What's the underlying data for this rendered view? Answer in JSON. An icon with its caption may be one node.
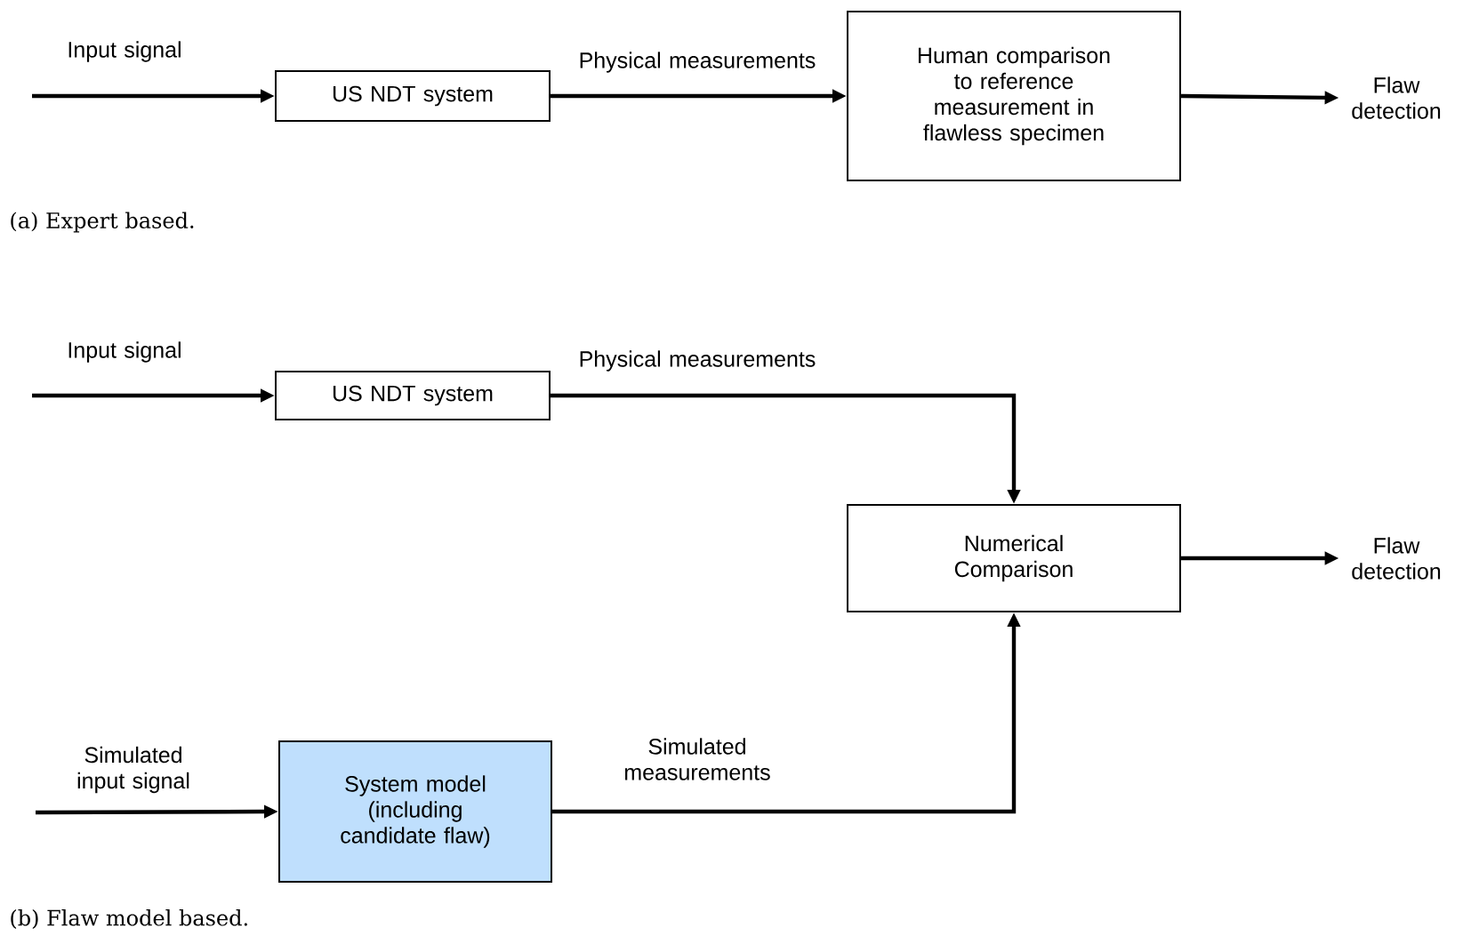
{
  "diagram": {
    "nodes": [
      {
        "text": [
          "US NDT system"
        ]
      },
      {
        "text": [
          "Human comparison to reference measurement in flawless specimen"
        ]
      },
      {
        "text": [
          "Flaw detection"
        ]
      },
      {
        "text": [
          "US NDT system"
        ]
      },
      {
        "text": [
          "Numerical Comparison"
        ]
      },
      {
        "text": [
          "Flaw detection"
        ]
      },
      {
        "text": [
          "System model (including candidate flaw)"
        ]
      }
    ],
    "edges": [
      {
        "from": null,
        "to": 0,
        "arrow": "to",
        "label": "Input signal"
      },
      {
        "from": 0,
        "to": 1,
        "arrow": "to",
        "label": "Physical measurements"
      },
      {
        "from": 1,
        "to": 2,
        "arrow": "to"
      },
      {
        "from": null,
        "to": 3,
        "arrow": "to",
        "label": "Input signal"
      },
      {
        "from": 3,
        "to": 4,
        "arrow": "to",
        "label": "Physical measurements"
      },
      {
        "from": 4,
        "to": 5,
        "arrow": "to"
      },
      {
        "from": null,
        "to": 6,
        "arrow": "to",
        "label": "Simulated input signal"
      },
      {
        "from": 6,
        "to": 4,
        "arrow": "to",
        "label": "Simulated measurements"
      }
    ],
    "labels": [
      "(a) Expert based.",
      "(b) Flaw model based."
    ]
  }
}
